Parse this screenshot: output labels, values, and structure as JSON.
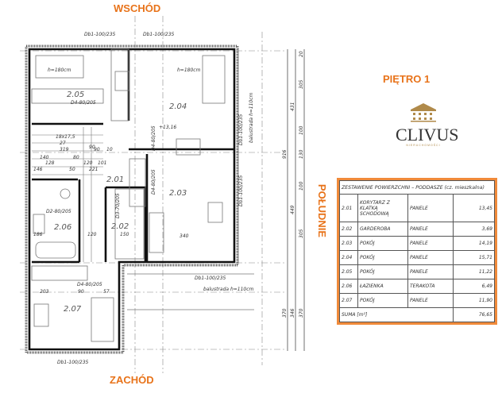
{
  "directions": {
    "east": "WSCHÓD",
    "west": "ZACHÓD",
    "south": "POŁUDNIE"
  },
  "title": "PIĘTRO 1",
  "logo": {
    "name": "CLIVUS",
    "tagline": "NIERUCHOMOŚCI",
    "icon": "building-icon"
  },
  "accent_color": "#e8731a",
  "rooms": [
    "2.01",
    "2.02",
    "2.03",
    "2.04",
    "2.05",
    "2.06",
    "2.07"
  ],
  "doors": {
    "balcony": "Db1-100/235",
    "d4": "D4-80/205",
    "d2": "D2-80/205",
    "d3": "D3-70/205"
  },
  "notes": {
    "bed_height": "h=180cm",
    "balustrade": "balustrada  h=110cm",
    "level": "+13,16",
    "stairs_spec": "18x17,5",
    "stairs_count": "27",
    "stairs_len": "319"
  },
  "dims": {
    "inner": [
      "140",
      "128",
      "146",
      "90",
      "80",
      "120",
      "101",
      "50",
      "221",
      "186",
      "120",
      "150",
      "340",
      "203",
      "90",
      "57",
      "90",
      "10"
    ],
    "right": [
      "305",
      "431",
      "100",
      "916",
      "130",
      "100",
      "449",
      "305",
      "370",
      "346",
      "370",
      "20"
    ]
  },
  "table": {
    "title": "ZESTAWENIE POWIERZCHNI – PODDASZE (cz. mieszkalna)",
    "rows": [
      {
        "no": "2.01",
        "name": "KORYTARZ Z KLATKĄ SCHODOWĄ",
        "floor": "PANELE",
        "area": "13,45"
      },
      {
        "no": "2.02",
        "name": "GARDEROBA",
        "floor": "PANELE",
        "area": "3,69"
      },
      {
        "no": "2.03",
        "name": "POKÓJ",
        "floor": "PANELE",
        "area": "14,19"
      },
      {
        "no": "2.04",
        "name": "POKÓJ",
        "floor": "PANELE",
        "area": "15,71"
      },
      {
        "no": "2.05",
        "name": "POKÓJ",
        "floor": "PANELE",
        "area": "11,22"
      },
      {
        "no": "2.06",
        "name": "ŁAZIENKA",
        "floor": "TERAKOTA",
        "area": "6,49"
      },
      {
        "no": "2.07",
        "name": "POKÓJ",
        "floor": "PANELE",
        "area": "11,90"
      }
    ],
    "sum_label": "SUMA [m²]",
    "sum": "76,65"
  }
}
